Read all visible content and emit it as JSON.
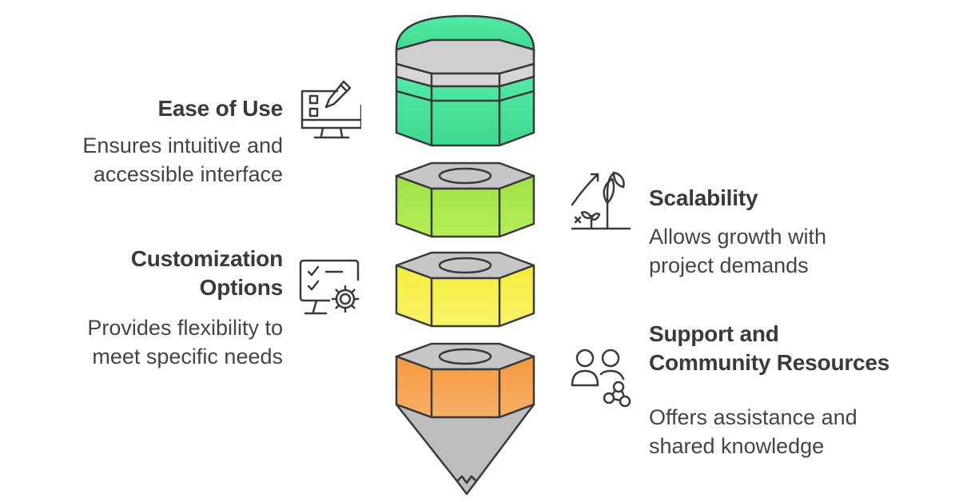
{
  "items": [
    {
      "key": "ease",
      "title_lines": [
        "Ease of Use"
      ],
      "desc_lines": [
        "Ensures intuitive and",
        "accessible interface"
      ],
      "icon": "monitor-edit-icon",
      "color": "#4ee8a0"
    },
    {
      "key": "scalability",
      "title_lines": [
        "Scalability"
      ],
      "desc_lines": [
        "Allows growth with",
        "project demands"
      ],
      "icon": "growth-plant-icon",
      "color": "#a6e84c"
    },
    {
      "key": "customization",
      "title_lines": [
        "Customization",
        "Options"
      ],
      "desc_lines": [
        "Provides flexibility to",
        "meet specific needs"
      ],
      "icon": "monitor-gear-icon",
      "color": "#f2ec3c"
    },
    {
      "key": "support",
      "title_lines": [
        "Support and",
        "Community Resources"
      ],
      "desc_lines": [
        "Offers assistance and",
        "shared knowledge"
      ],
      "icon": "people-network-icon",
      "color": "#f7a24c"
    }
  ]
}
